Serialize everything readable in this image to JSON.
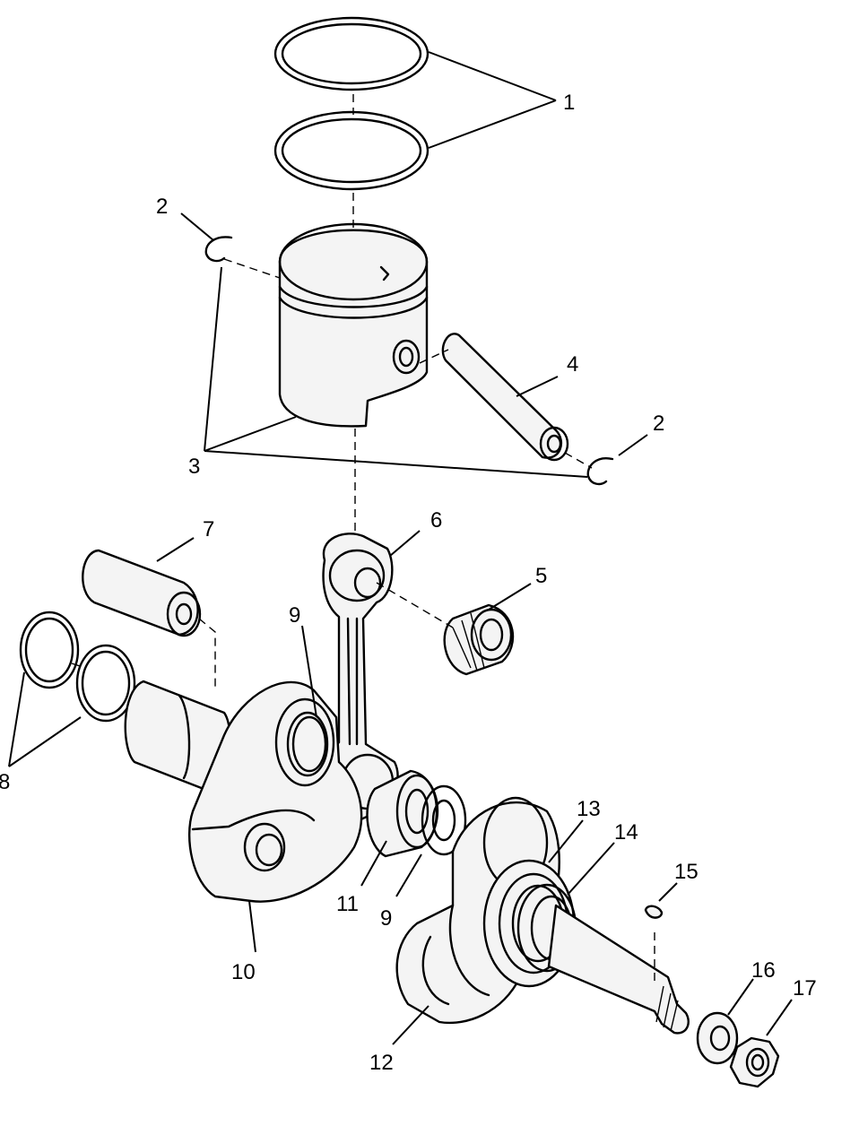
{
  "callouts": [
    {
      "id": "l1",
      "text": "1"
    },
    {
      "id": "l2a",
      "text": "2"
    },
    {
      "id": "l2b",
      "text": "2"
    },
    {
      "id": "l3",
      "text": "3"
    },
    {
      "id": "l4",
      "text": "4"
    },
    {
      "id": "l5",
      "text": "5"
    },
    {
      "id": "l6",
      "text": "6"
    },
    {
      "id": "l7",
      "text": "7"
    },
    {
      "id": "l8",
      "text": "8"
    },
    {
      "id": "l9a",
      "text": "9"
    },
    {
      "id": "l9b",
      "text": "9"
    },
    {
      "id": "l10",
      "text": "10"
    },
    {
      "id": "l11",
      "text": "11"
    },
    {
      "id": "l12",
      "text": "12"
    },
    {
      "id": "l13",
      "text": "13"
    },
    {
      "id": "l14",
      "text": "14"
    },
    {
      "id": "l15",
      "text": "15"
    },
    {
      "id": "l16",
      "text": "16"
    },
    {
      "id": "l17",
      "text": "17"
    }
  ]
}
